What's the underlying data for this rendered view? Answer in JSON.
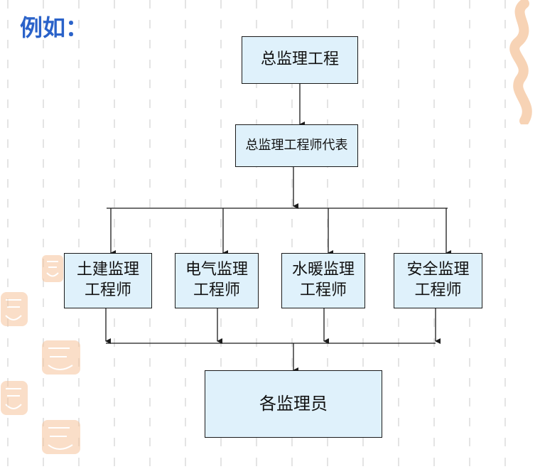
{
  "heading": "例如：",
  "nodes": {
    "chief": "总监理工程",
    "deputy": "总监理工程师代表",
    "civil": [
      "土建监理",
      "工程师"
    ],
    "electrical": [
      "电气监理",
      "工程师"
    ],
    "hvac": [
      "水暖监理",
      "工程师"
    ],
    "safety": [
      "安全监理",
      "工程师"
    ],
    "staff": "各监理员"
  },
  "colors": {
    "heading": "#2a62c9",
    "box_fill": "#dff1fb",
    "line": "#1a1a1a",
    "seal": "#f2b07a"
  },
  "icons": [
    "seal-watermark-icon"
  ]
}
